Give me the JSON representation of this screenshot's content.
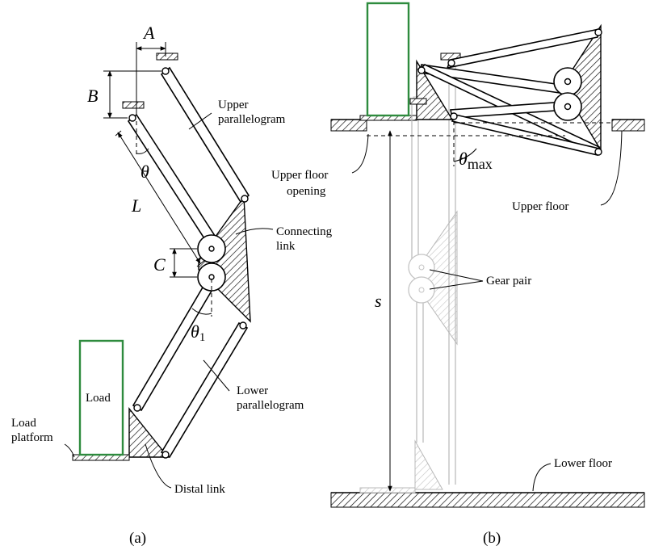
{
  "panel_a": {
    "caption": "(a)",
    "dims": {
      "A": "A",
      "B": "B",
      "L": "L",
      "C": "C"
    },
    "angles": {
      "theta": "θ",
      "theta1_base": "θ",
      "theta1_sub": "1"
    },
    "labels": {
      "upper_parallelogram": [
        "Upper",
        "parallelogram"
      ],
      "connecting_link": [
        "Connecting",
        "link"
      ],
      "lower_parallelogram": [
        "Lower",
        "parallelogram"
      ],
      "load": "Load",
      "load_platform": [
        "Load",
        "platform"
      ],
      "distal_link": "Distal link"
    }
  },
  "panel_b": {
    "caption": "(b)",
    "angle": {
      "base": "θ",
      "sub": "max"
    },
    "stroke": "s",
    "labels": {
      "upper_floor_opening": [
        "Upper floor",
        "opening"
      ],
      "upper_floor": "Upper floor",
      "gear_pair": "Gear pair",
      "lower_floor": "Lower floor"
    }
  },
  "colors": {
    "load_outline": "#2e8b3e",
    "ghost": "#b8b8b8"
  }
}
